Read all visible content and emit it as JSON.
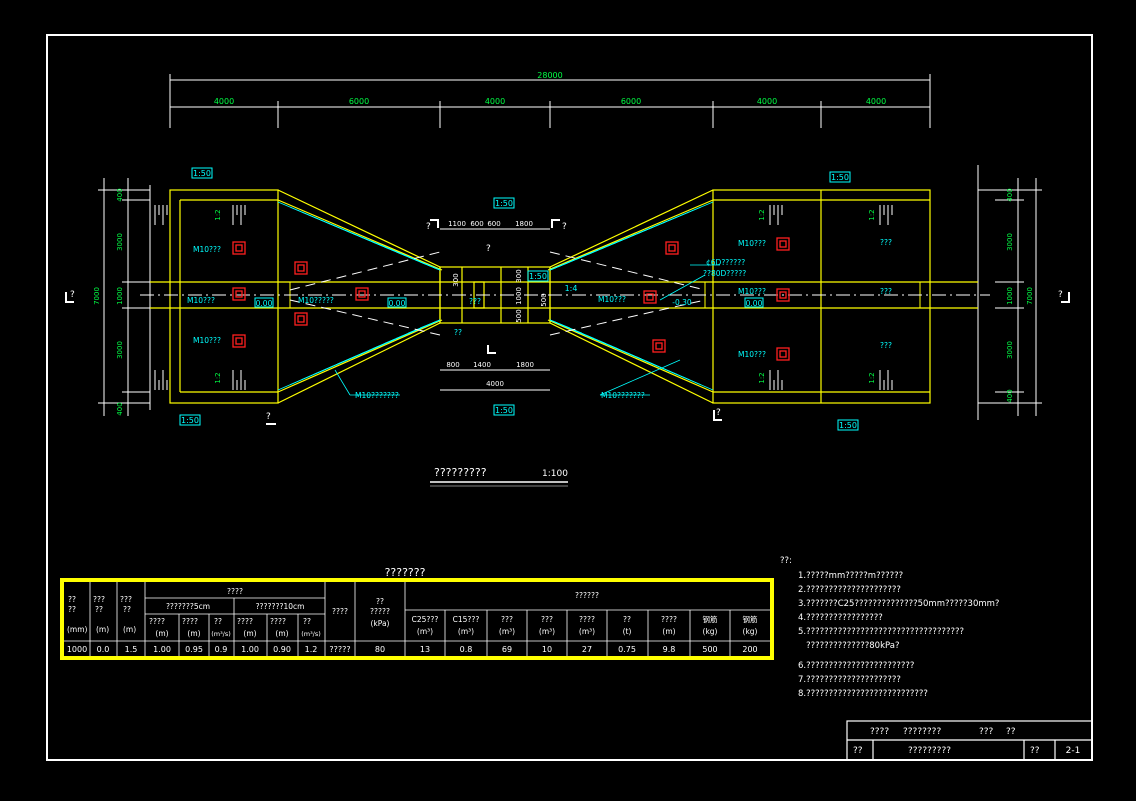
{
  "plan": {
    "dims_top": {
      "total": "28000",
      "segments": [
        "4000",
        "6000",
        "4000",
        "6000",
        "4000",
        "4000"
      ]
    },
    "dims_left": [
      "400",
      "3000",
      "1000",
      "3000",
      "400"
    ],
    "dims_left_total": "7000",
    "dims_right": [
      "400",
      "3000",
      "1000",
      "3000",
      "400"
    ],
    "dims_right_total": "7000",
    "slopes": {
      "tl": "1:50",
      "tr": "1:50",
      "bl": "1:50",
      "br": "1:50",
      "center_top": "1:50",
      "center_bottom": "1:50",
      "center_right": "1:50",
      "mid_right": "1:4"
    },
    "small_slopes": {
      "left_top": "1:2",
      "left_bottom": "1:2",
      "right_top": "1:2",
      "right_bottom": "1:2",
      "right2_top": "1:2",
      "right2_bottom": "1:2"
    },
    "labels": {
      "l_top": "M10???",
      "l_mid": "M10???",
      "l_bot": "M10???",
      "l_chan": "M10?????",
      "l_wing": "M10???????",
      "r_top": "M10???",
      "r_mid": "M10???",
      "r_bot": "M10???",
      "r_chan": "M10???",
      "r_wing": "M10???????",
      "r_pipe1": "¢6D??????",
      "r_pipe2": "??80D?????",
      "r_far_top": "???",
      "r_far_mid": "???",
      "r_far_bot": "???",
      "center_gate": "??",
      "center_q": "???"
    },
    "elevations": {
      "left": "0.00",
      "center": "0.00",
      "right": "0.00",
      "right_low": "-0.30"
    },
    "center_dims_top": [
      "1100",
      "600",
      "600",
      "1800"
    ],
    "center_dims_bottom": [
      "800",
      "1400",
      "1800"
    ],
    "center_dims_bottom_total": "4000",
    "center_small": [
      "300",
      "300",
      "500",
      "1000",
      "500"
    ],
    "section_marks": [
      "?",
      "?",
      "?",
      "?",
      "?",
      "?",
      "?"
    ],
    "title": "?????????",
    "scale": "1:100"
  },
  "table": {
    "caption": "???????",
    "h_diameter": [
      "??",
      "??"
    ],
    "h_diameter_unit": "(mm)",
    "h_fill": [
      "???",
      "??"
    ],
    "h_fill_unit": "(m)",
    "h_head": [
      "???",
      "??"
    ],
    "h_head_unit": "(m)",
    "h_group": "????",
    "h_sub1": "???????5cm",
    "h_sub2": "???????10cm",
    "h_cols1": [
      "????",
      "????",
      "??",
      "????",
      "????",
      "??"
    ],
    "h_units1": [
      "(m)",
      "(m)",
      "(m³/s)",
      "(m)",
      "(m)",
      "(m³/s)"
    ],
    "h_mode": "????",
    "h_bearing": [
      "??",
      "?????"
    ],
    "h_bearing_unit": "(kPa)",
    "h_qty_group": "??????",
    "h_qty": [
      "C25???",
      "C15???",
      "???",
      "???",
      "????",
      "??",
      "????",
      "钢筋",
      "钢筋"
    ],
    "h_qty_units": [
      "(m³)",
      "(m³)",
      "(m³)",
      "(m³)",
      "(m³)",
      "(t)",
      "(m)",
      "(kg)",
      "(kg)"
    ],
    "row": [
      "1000",
      "0.0",
      "1.5",
      "1.00",
      "0.95",
      "0.9",
      "1.00",
      "0.90",
      "1.2",
      "?????",
      "80",
      "13",
      "0.8",
      "69",
      "10",
      "27",
      "0.75",
      "9.8",
      "500",
      "200"
    ]
  },
  "notes": {
    "heading": "??:",
    "items": [
      "1.?????mm?????m??????",
      "2.?????????????????????",
      "3.???????C25??????????????50mm?????30mm?",
      "4.?????????????????",
      "5.???????????????????????????????????",
      "   ??????????????80kPa?",
      "6.????????????????????????",
      "7.?????????????????????",
      "8.???????????????????????????"
    ]
  },
  "titleblock": {
    "r1a": "????",
    "r1b": "????????",
    "r1c": "???",
    "r1d": "??",
    "r2a": "??",
    "r2b": "?????????",
    "r2c": "??",
    "r2d": "2-1"
  }
}
